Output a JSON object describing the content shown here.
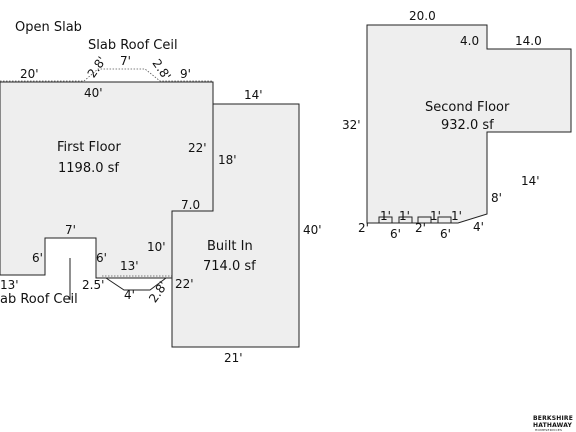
{
  "labels": {
    "open_slab": "Open Slab",
    "slab_roof_ceil_top": "Slab Roof Ceil",
    "slab_roof_ceil_bottom": "ab Roof Ceil"
  },
  "rooms": {
    "first_floor": {
      "name": "First Floor",
      "area": "1198.0 sf"
    },
    "built_in": {
      "name": "Built In",
      "area": "714.0 sf"
    },
    "second_floor": {
      "name": "Second Floor",
      "area": "932.0 sf"
    }
  },
  "dimensions": {
    "ff_top_left": "20'",
    "ff_slope_left": "2.8'",
    "ff_top_mid": "7'",
    "ff_slope_right": "2.8'",
    "ff_top_right": "9'",
    "ff_inner_40": "40'",
    "ff_right_22": "22'",
    "ff_step_7": "7.0",
    "ff_notch_top_7": "7'",
    "ff_notch_left_6": "6'",
    "ff_notch_right_6": "6'",
    "ff_bottom_13": "13'",
    "ff_bottom_13b": "13'",
    "ff_2_5": "2.5'",
    "ff_4": "4'",
    "ff_2_8_bottom": "2.8'",
    "bi_top_14": "14'",
    "bi_left_18": "18'",
    "bi_left_10": "10'",
    "bi_left_22": "22'",
    "bi_right_40": "40'",
    "bi_bottom_21": "21'",
    "sf_top_20": "20.0",
    "sf_step_4": "4.0",
    "sf_top_14": "14.0",
    "sf_left_32": "32'",
    "sf_right_14": "14'",
    "sf_right_8": "8'",
    "sf_b_2_left": "2'",
    "sf_b_1a": "1'",
    "sf_b_1b": "1'",
    "sf_b_6a": "6'",
    "sf_b_2_mid": "2'",
    "sf_b_1c": "1'",
    "sf_b_1d": "1'",
    "sf_b_6b": "6'",
    "sf_b_4": "4'"
  },
  "brand": {
    "line1": "BERKSHIRE",
    "line2": "HATHAWAY",
    "line3": "HOMESERVICES"
  },
  "colors": {
    "room_fill": "#eeeeee",
    "outline": "#222222",
    "text": "#111111"
  }
}
